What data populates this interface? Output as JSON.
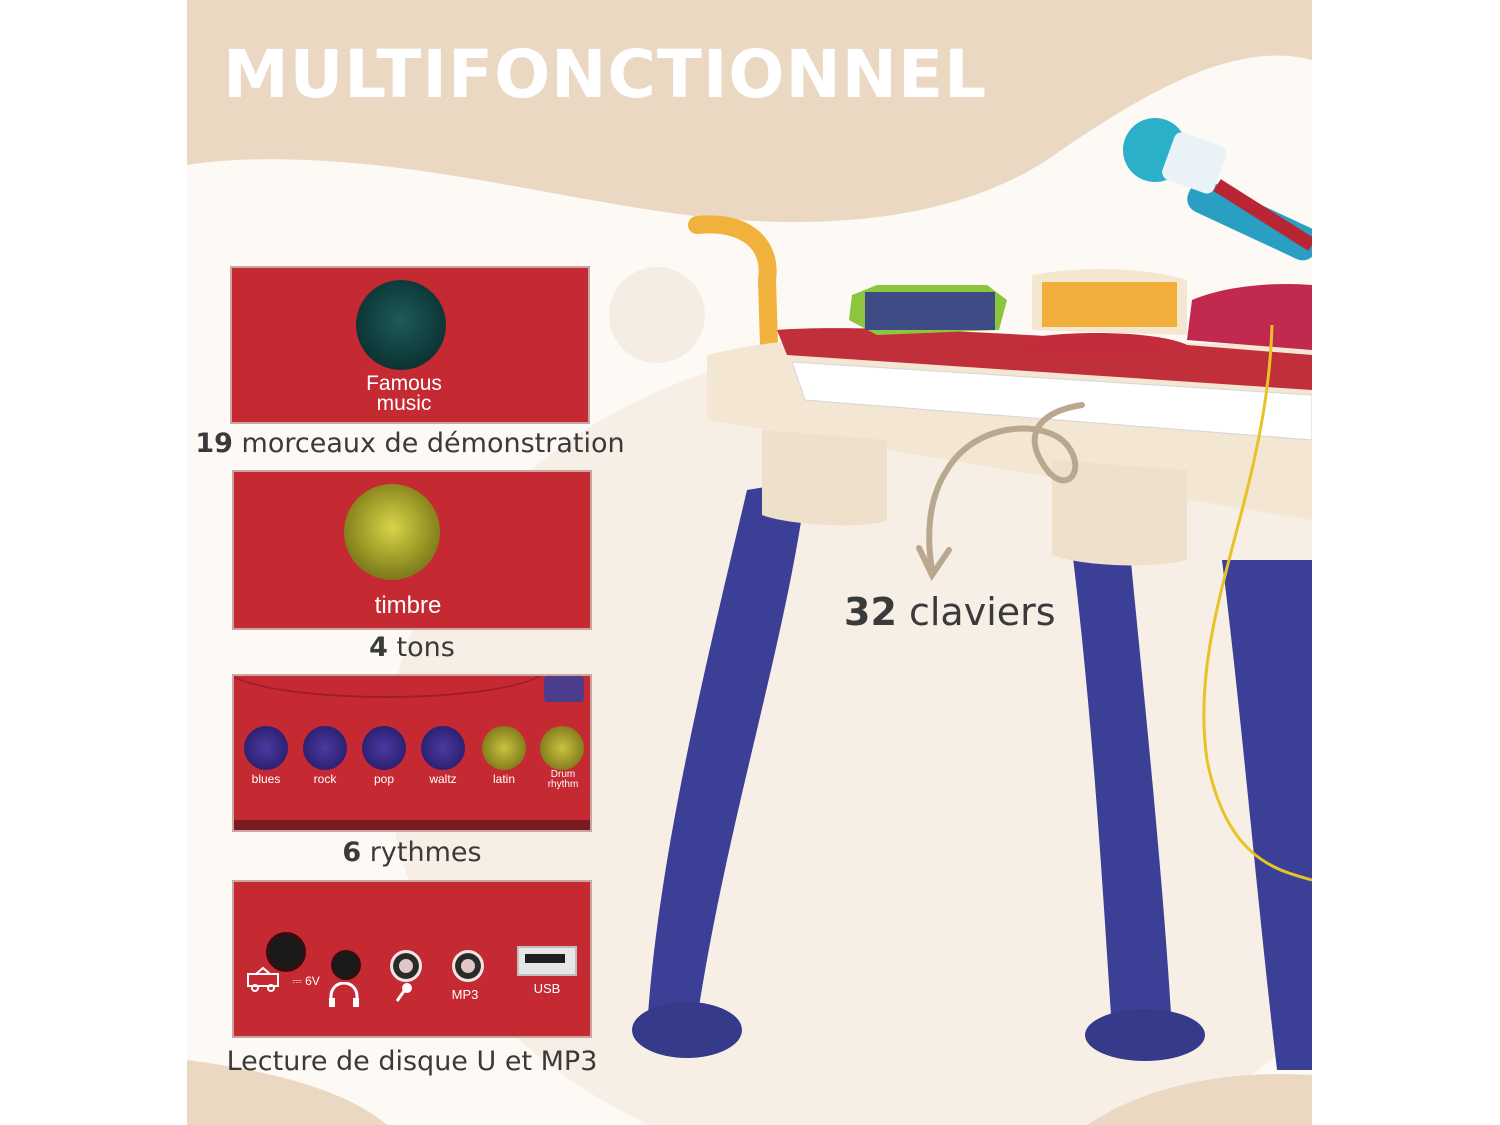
{
  "headline": "MULTIFONCTIONNEL",
  "features": [
    {
      "panel_label_line1": "Famous",
      "panel_label_line2": "music",
      "count": "19",
      "caption_rest": " morceaux de démonstration"
    },
    {
      "panel_label": "timbre",
      "count": "4",
      "caption_rest": " tons"
    },
    {
      "rhythm_buttons": [
        "blues",
        "rock",
        "pop",
        "waltz",
        "latin",
        "Drum rhythm"
      ],
      "count": "6",
      "caption_rest": " rythmes"
    },
    {
      "ports": {
        "power": "6V",
        "mp3": "MP3",
        "usb": "USB"
      },
      "caption": "Lecture de disque U et MP3"
    }
  ],
  "keys_callout": {
    "count": "32",
    "rest": " claviers"
  },
  "colors": {
    "panel_red": "#c52a33",
    "legs_blue": "#3a3f96",
    "beige_band": "#ead8c3",
    "keyboard_body": "#f3e6d3"
  }
}
